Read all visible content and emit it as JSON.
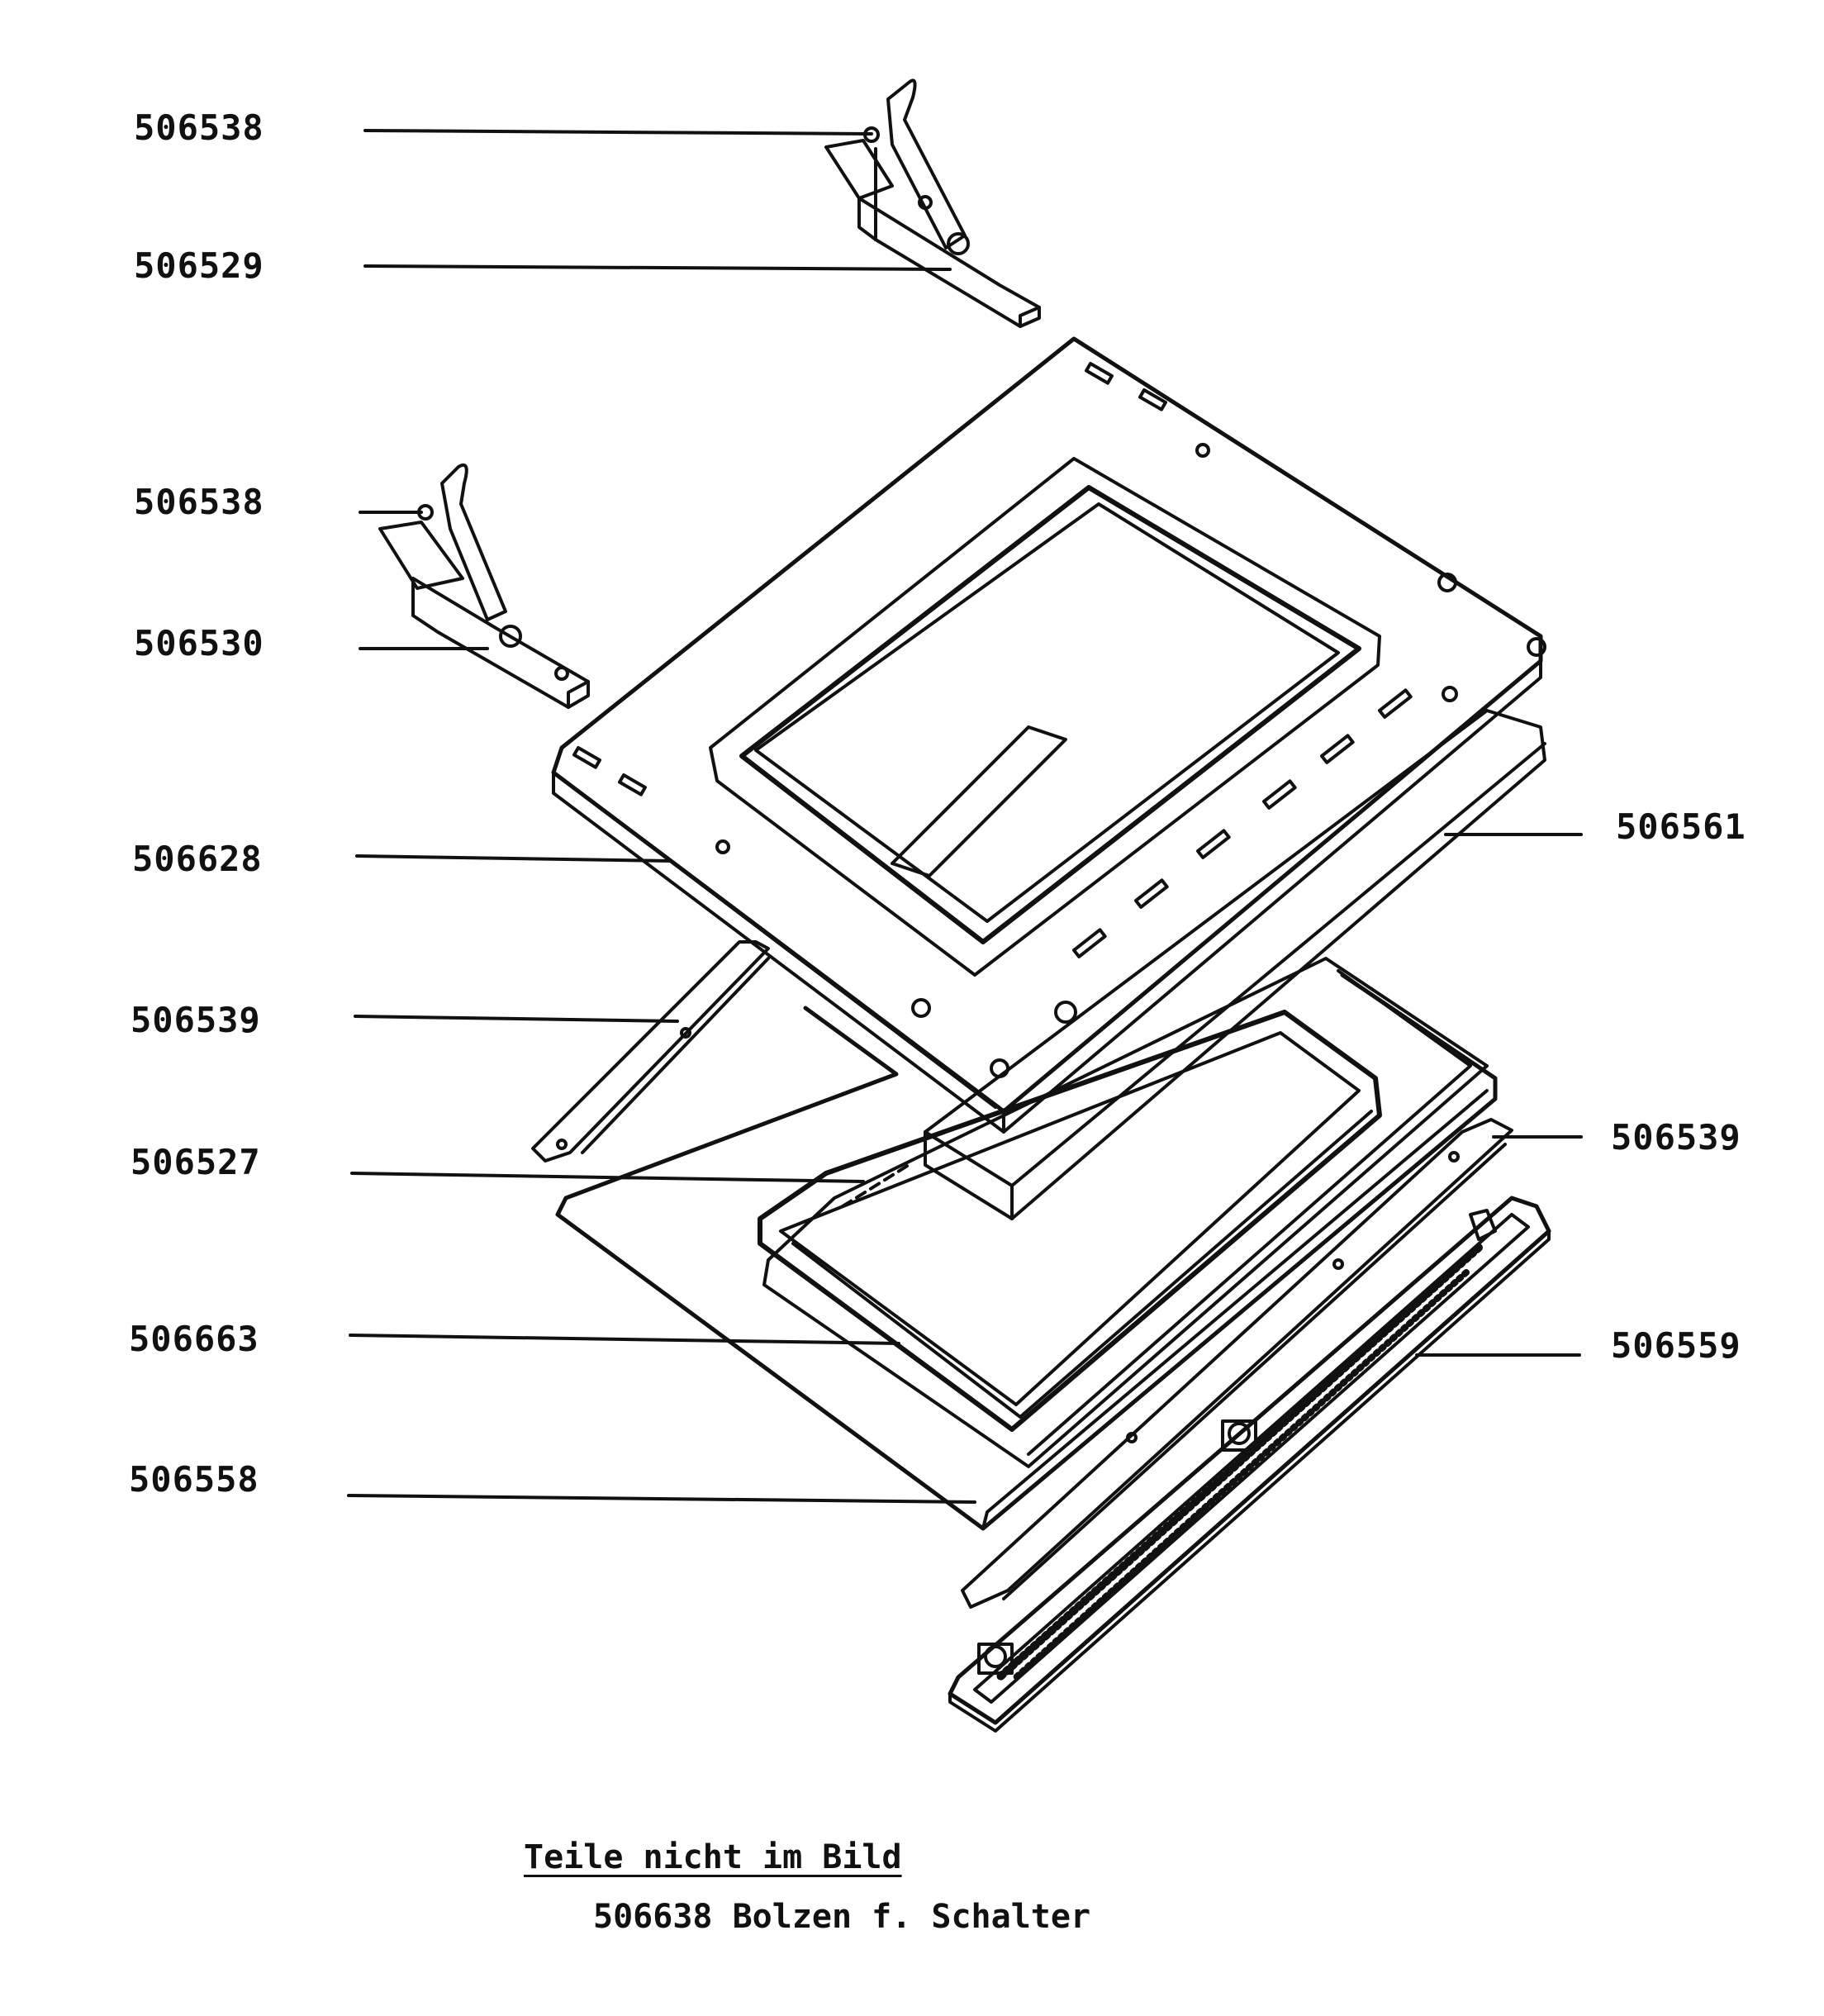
{
  "labels": {
    "hinge_top_bolt": "506538",
    "hinge_top": "506529",
    "hinge_left_bolt": "506538",
    "hinge_left": "506530",
    "door_inner_frame": "506628",
    "rail_left": "506539",
    "glass_pane_inner": "506527",
    "glass_seal": "506663",
    "glass_pane_outer": "506558",
    "insulation_block": "506561",
    "rail_right": "506539",
    "handle_strip": "506559"
  },
  "footnote": {
    "heading": "Teile nicht im Bild",
    "item": "506638 Bolzen f. Schalter"
  },
  "colors": {
    "ink": "#111111",
    "paper": "#ffffff"
  }
}
